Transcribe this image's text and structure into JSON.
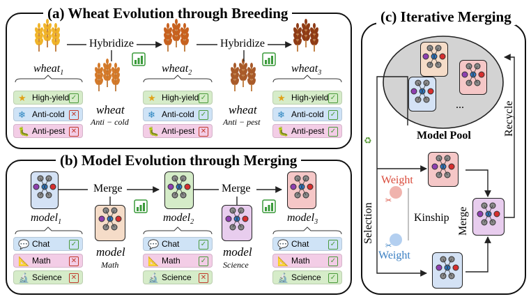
{
  "panel_a": {
    "title": "(a) Wheat Evolution through Breeding",
    "hybridize_1": "Hybridize",
    "hybridize_2": "Hybridize",
    "wheat1": "wheat",
    "wheat1_sub": "1",
    "wheat2": "wheat",
    "wheat2_sub": "2",
    "wheat3": "wheat",
    "wheat3_sub": "3",
    "donor1": "wheat",
    "donor1_sub": "Anti − cold",
    "donor2": "wheat",
    "donor2_sub": "Anti − pest",
    "traits": [
      {
        "label": "High-yield",
        "icon": "star-icon"
      },
      {
        "label": "Anti-cold",
        "icon": "snowflake-icon"
      },
      {
        "label": "Anti-pest",
        "icon": "bug-icon"
      }
    ],
    "wheat1_checks": [
      "yes",
      "no",
      "no"
    ],
    "wheat2_checks": [
      "yes",
      "yes",
      "no"
    ],
    "wheat3_checks": [
      "yes",
      "yes",
      "yes"
    ]
  },
  "panel_b": {
    "title": "(b) Model Evolution through Merging",
    "merge_1": "Merge",
    "merge_2": "Merge",
    "model1": "model",
    "model1_sub": "1",
    "model2": "model",
    "model2_sub": "2",
    "model3": "model",
    "model3_sub": "3",
    "donor1": "model",
    "donor1_sub": "Math",
    "donor2": "model",
    "donor2_sub": "Science",
    "skills": [
      {
        "label": "Chat",
        "icon": "chat-icon"
      },
      {
        "label": "Math",
        "icon": "ruler-icon"
      },
      {
        "label": "Science",
        "icon": "microscope-icon"
      }
    ],
    "model1_checks": [
      "yes",
      "no",
      "no"
    ],
    "model2_checks": [
      "yes",
      "yes",
      "no"
    ],
    "model3_checks": [
      "yes",
      "yes",
      "yes"
    ]
  },
  "panel_c": {
    "title": "(c) Iterative Merging",
    "pool_label": "Model Pool",
    "ellipsis": "...",
    "recycle": "Recycle",
    "selection": "Selection",
    "merge": "Merge",
    "weight_top": "Weight",
    "weight_bottom": "Weight",
    "kinship": "Kinship"
  },
  "colors": {
    "green_tag": "#d6ecc9",
    "blue_tag": "#cfe3f6",
    "pink_tag": "#f3cde6",
    "check_yes": "#4a9a3b",
    "check_no": "#c0392b",
    "weight_red": "#d94a3a",
    "weight_blue": "#3a7fc2"
  }
}
